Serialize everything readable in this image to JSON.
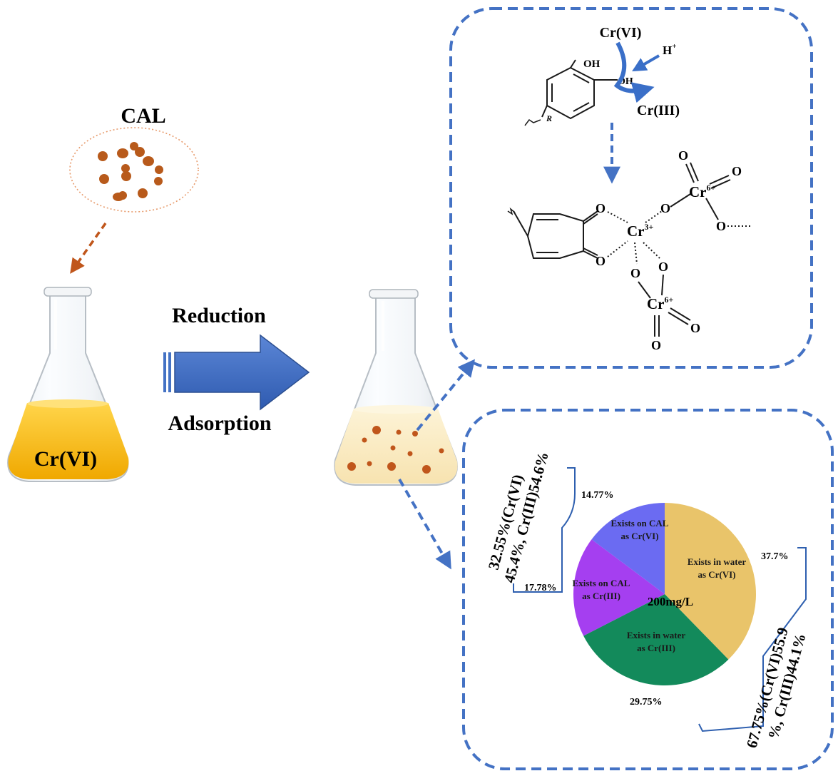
{
  "cal_label": "CAL",
  "initial_flask_label": "Cr(VI)",
  "arrow_label_top": "Reduction",
  "arrow_label_bottom": "Adsorption",
  "mechanism": {
    "cr6_top": "Cr(VI)",
    "h_plus": "H",
    "h_plus_sup": "+",
    "cr3_product": "Cr(III)",
    "oh1": "OH",
    "oh2": "OH",
    "r_group": "R",
    "o_labels": [
      "O",
      "O",
      "O",
      "O",
      "O",
      "O",
      "O",
      "O"
    ],
    "cr3_center": "Cr",
    "cr3_sup": "3+",
    "cr6_a": "Cr",
    "cr6_a_sup": "6+",
    "cr6_b": "Cr",
    "cr6_b_sup": "6+"
  },
  "pie": {
    "center_label": "200mg/L",
    "pct_labels": [
      "14.77%",
      "37.7%",
      "17.78%",
      "29.75%"
    ],
    "bracket_left_line1": "32.55%(Cr(VI)",
    "bracket_left_line2": "45.4%, Cr(III)54.6%",
    "bracket_right_line1": "67.75%(Cr(VI)55.9",
    "bracket_right_line2": "%, Cr(III)44.1%"
  },
  "chart_data": {
    "type": "pie",
    "title": "",
    "center_label": "200mg/L",
    "slices": [
      {
        "label": "Exists in water as Cr(VI)",
        "line1": "Exists in water",
        "line2": "as Cr(VI)",
        "value": 37.7,
        "color": "#E9C46A"
      },
      {
        "label": "Exists in water as Cr(III)",
        "line1": "Exists in water",
        "line2": "as Cr(III)",
        "value": 29.75,
        "color": "#138A5B"
      },
      {
        "label": "Exists on CAL as Cr(III)",
        "line1": "Exists on CAL",
        "line2": "as Cr(III)",
        "value": 17.78,
        "color": "#A53FF0"
      },
      {
        "label": "Exists on CAL as Cr(VI)",
        "line1": "Exists on CAL",
        "line2": "as Cr(VI)",
        "value": 14.77,
        "color": "#6B6BF2"
      }
    ],
    "start_angle_deg": 0,
    "direction": "clockwise"
  },
  "colors": {
    "dash_blue": "#4472C4",
    "big_arrow": "#4472C4",
    "cal_dot": "#B85A1B",
    "cal_arrow": "#C0561B",
    "liquid": "#F5B800",
    "liquid_light": "#FCEFC6",
    "bracket": "#2E5FAF"
  }
}
